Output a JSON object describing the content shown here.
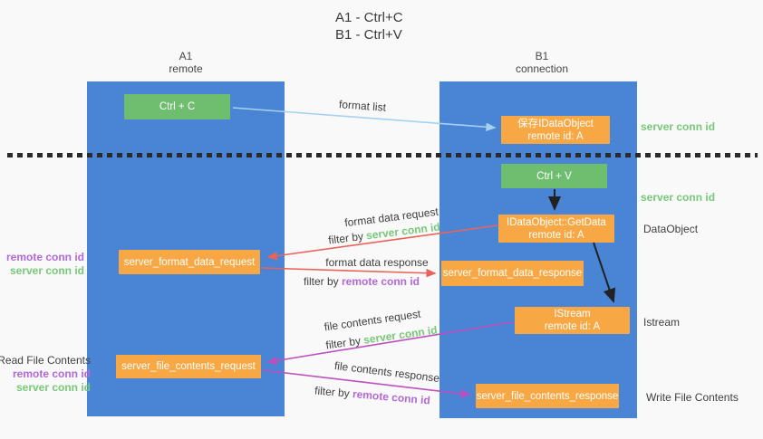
{
  "title": {
    "line1": "A1 - Ctrl+C",
    "line2": "B1 - Ctrl+V"
  },
  "colors": {
    "background": "#f9f9f9",
    "column_blue": "#4a84d4",
    "box_green": "#6fbe70",
    "box_orange": "#f7a845",
    "arrow_lightblue": "#a5d2f0",
    "arrow_red": "#e9635a",
    "arrow_magenta": "#bf4fbf",
    "arrow_black": "#222222",
    "text_green": "#77c877",
    "text_purple": "#b368d8",
    "text_dark": "#3f3f3f",
    "dotted_line": "#2b2b2b"
  },
  "columns": {
    "left": {
      "title": "A1",
      "subtitle": "remote"
    },
    "right": {
      "title": "B1",
      "subtitle": "connection"
    }
  },
  "nodes": {
    "ctrl_c": {
      "label": "Ctrl + C"
    },
    "ctrl_v": {
      "label": "Ctrl + V"
    },
    "save_dataobject": {
      "line1": "保存IDataObject",
      "line2": "remote id: A"
    },
    "getdata": {
      "line1": "IDataObject::GetData",
      "line2": "remote id: A"
    },
    "istream": {
      "line1": "IStream",
      "line2": "remote id: A"
    },
    "server_format_data_request": {
      "label": "server_format_data_request"
    },
    "server_format_data_response": {
      "label": "server_format_data_response"
    },
    "server_file_contents_request": {
      "label": "server_file_contents_request"
    },
    "server_file_contents_response": {
      "label": "server_file_contents_response"
    }
  },
  "arrows": {
    "format_list": {
      "label": "format list"
    },
    "format_data_request": {
      "label": "format data request",
      "filter_prefix": "filter by ",
      "filter_key": "server conn id"
    },
    "format_data_response": {
      "label": "format data response",
      "filter_prefix": "filter by ",
      "filter_key": "remote conn id"
    },
    "file_contents_request": {
      "label": "file contents request",
      "filter_prefix": "filter by ",
      "filter_key": "server conn id"
    },
    "file_contents_response": {
      "label": "file contents response",
      "filter_prefix": "filter by ",
      "filter_key": "remote conn id"
    }
  },
  "side_labels": {
    "right_server_conn_top": "server conn id",
    "right_server_conn_mid": "server conn id",
    "right_dataobject": "DataObject",
    "right_istream": "Istream",
    "right_write_file": "Write File Contents",
    "left_remote_conn_1": "remote conn id",
    "left_server_conn_1": "server conn id",
    "left_read_file": "Read File Contents",
    "left_remote_conn_2": "remote conn id",
    "left_server_conn_2": "server conn id"
  }
}
